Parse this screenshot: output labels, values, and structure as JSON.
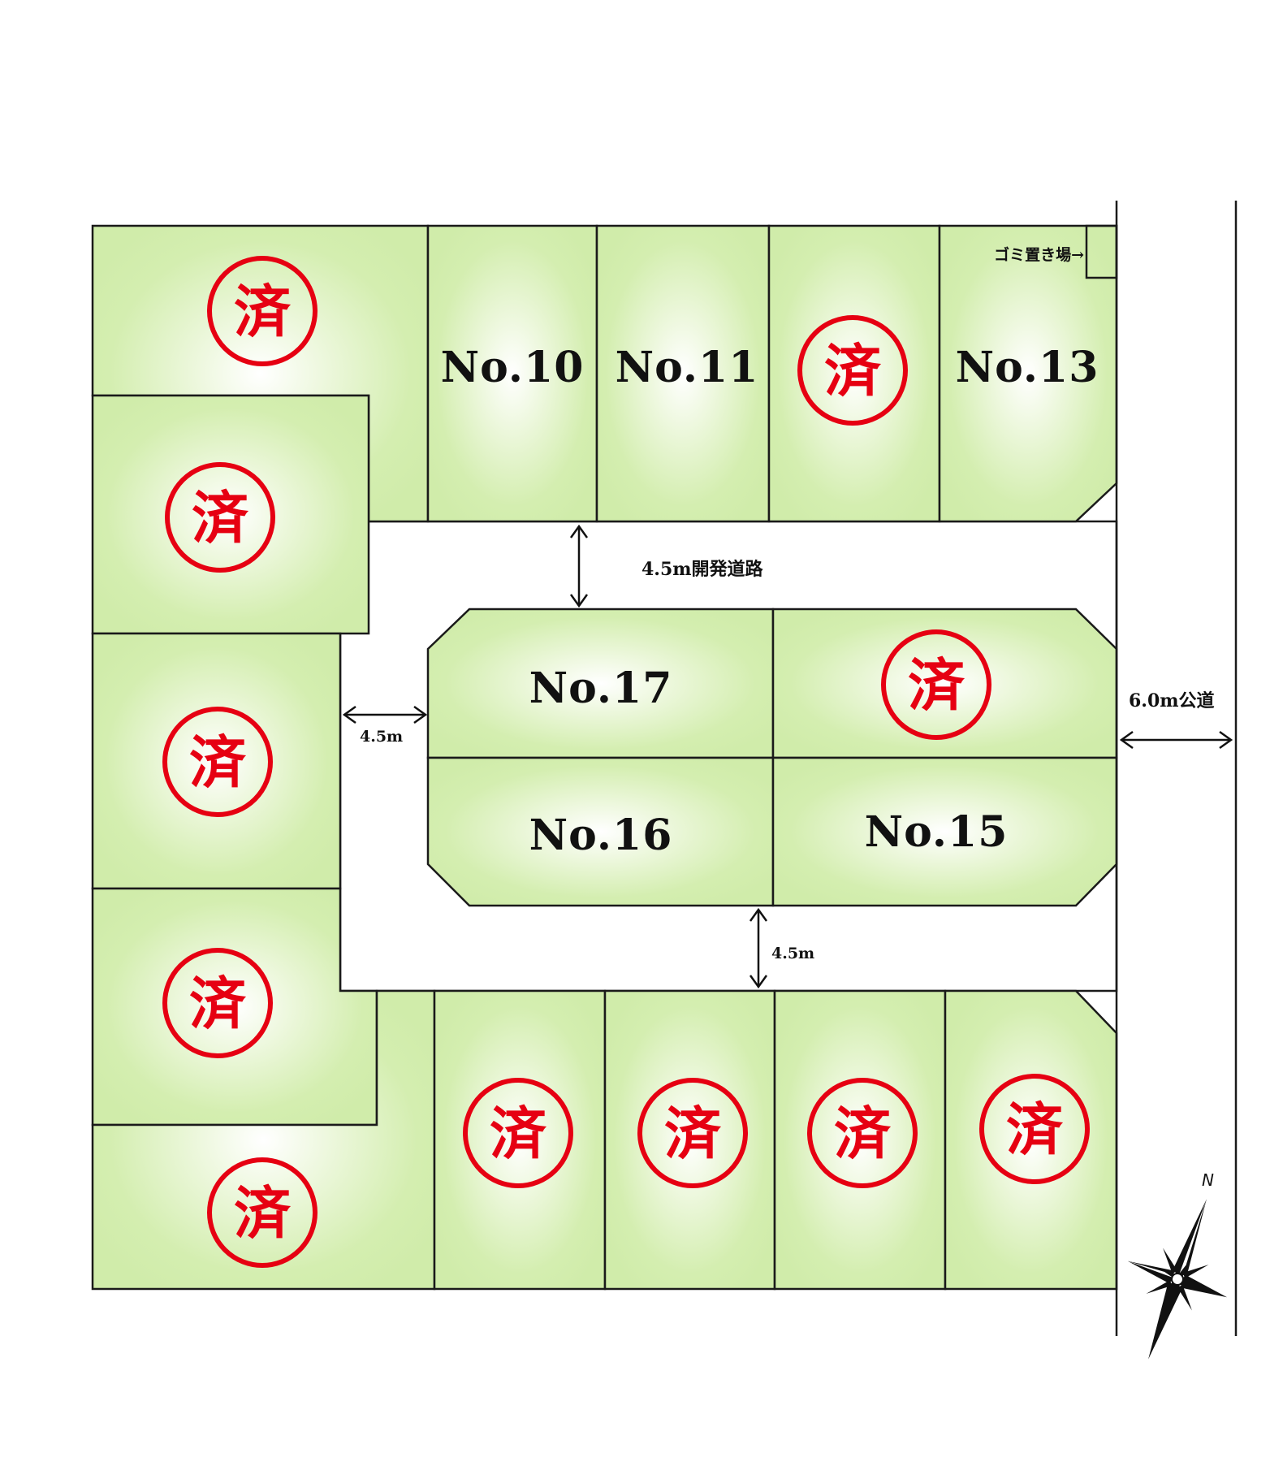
{
  "colors": {
    "lot_fill": "#d4eeb0",
    "lot_center": "#ffffff",
    "sold_mark": "#e60012",
    "line": "#1a1a1a",
    "road": "#ffffff"
  },
  "sold_mark": "済",
  "lots": [
    {
      "id": "L1",
      "label": "",
      "sold": true
    },
    {
      "id": "L2",
      "label": "No.10",
      "sold": false
    },
    {
      "id": "L3",
      "label": "No.11",
      "sold": false
    },
    {
      "id": "L4",
      "label": "",
      "sold": true
    },
    {
      "id": "L5",
      "label": "No.13",
      "sold": false
    },
    {
      "id": "L6",
      "label": "",
      "sold": true
    },
    {
      "id": "L7",
      "label": "",
      "sold": true
    },
    {
      "id": "L8",
      "label": "",
      "sold": true
    },
    {
      "id": "L9",
      "label": "",
      "sold": true
    },
    {
      "id": "L10",
      "label": "",
      "sold": true
    },
    {
      "id": "L11",
      "label": "",
      "sold": true
    },
    {
      "id": "L12",
      "label": "",
      "sold": true
    },
    {
      "id": "L13",
      "label": "",
      "sold": true
    },
    {
      "id": "L14",
      "label": "No.17",
      "sold": false
    },
    {
      "id": "L15",
      "label": "",
      "sold": true
    },
    {
      "id": "L16",
      "label": "No.16",
      "sold": false
    },
    {
      "id": "L17",
      "label": "No.15",
      "sold": false
    }
  ],
  "annotations": {
    "garbage": "ゴミ置き場→",
    "dev_road": "4.5m開発道路",
    "road_width_west": "4.5m",
    "road_width_south": "4.5m",
    "public_road": "6.0m公道",
    "north": "N"
  }
}
